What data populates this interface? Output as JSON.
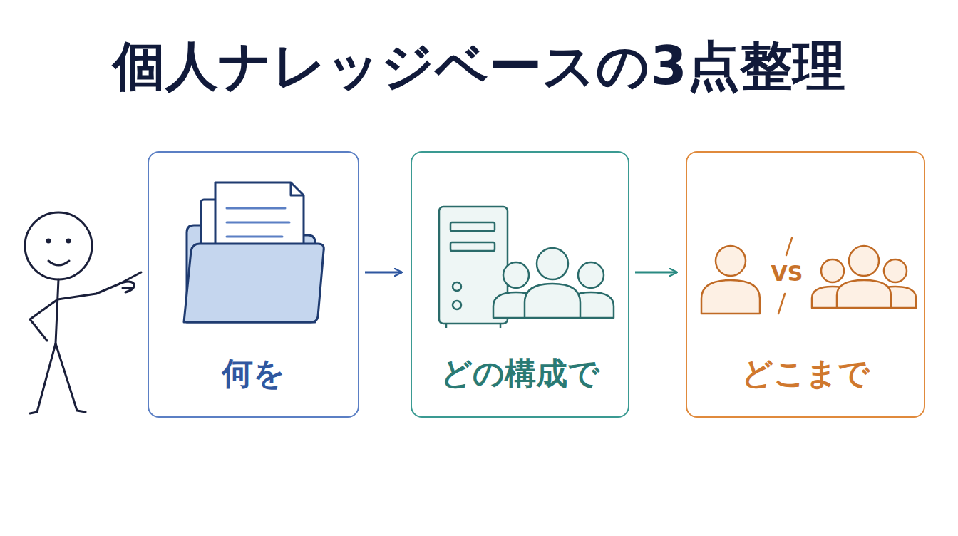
{
  "diagram": {
    "title": "個人ナレッジベースの3点整理",
    "nodes": [
      {
        "text": [
          "何を"
        ]
      },
      {
        "text": [
          "どの構成で"
        ]
      },
      {
        "text": [
          "どこまで"
        ]
      }
    ],
    "edges": [
      {
        "from": 0,
        "to": 1,
        "arrow": "to"
      },
      {
        "from": 1,
        "to": 2,
        "arrow": "to"
      }
    ],
    "labels": [
      "VS"
    ]
  }
}
